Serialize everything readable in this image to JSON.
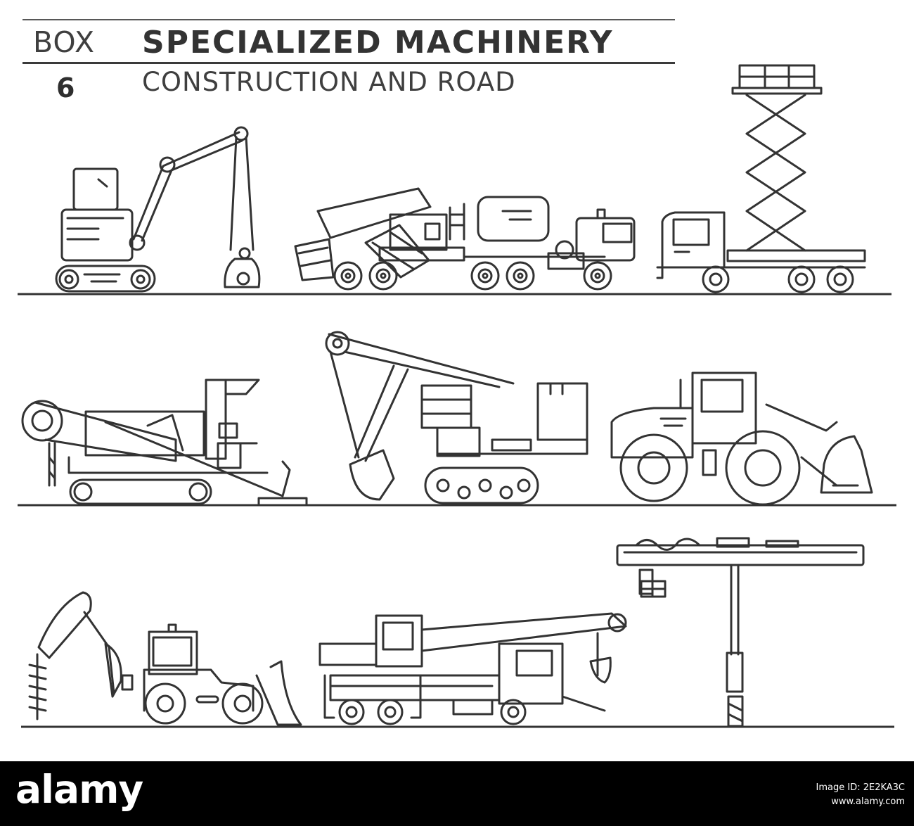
{
  "header": {
    "box_label": "BOX",
    "box_number": "6",
    "title": "SPECIALIZED MACHINERY",
    "subtitle": "CONSTRUCTION AND ROAD"
  },
  "illustrations": [
    {
      "name": "mini-excavator-icon"
    },
    {
      "name": "asphalt-paver-truck-icon"
    },
    {
      "name": "scissor-lift-truck-icon"
    },
    {
      "name": "trencher-icon"
    },
    {
      "name": "mining-shovel-icon"
    },
    {
      "name": "wheel-loader-icon"
    },
    {
      "name": "backhoe-auger-loader-icon"
    },
    {
      "name": "mobile-crane-truck-icon"
    },
    {
      "name": "pile-driver-icon"
    }
  ],
  "footer": {
    "logo_text": "alamy",
    "image_id_line": "Image ID: 2E2KA3C",
    "site_line": "www.alamy.com"
  },
  "colors": {
    "line": "#333333",
    "background": "#ffffff",
    "footer": "#000000"
  }
}
